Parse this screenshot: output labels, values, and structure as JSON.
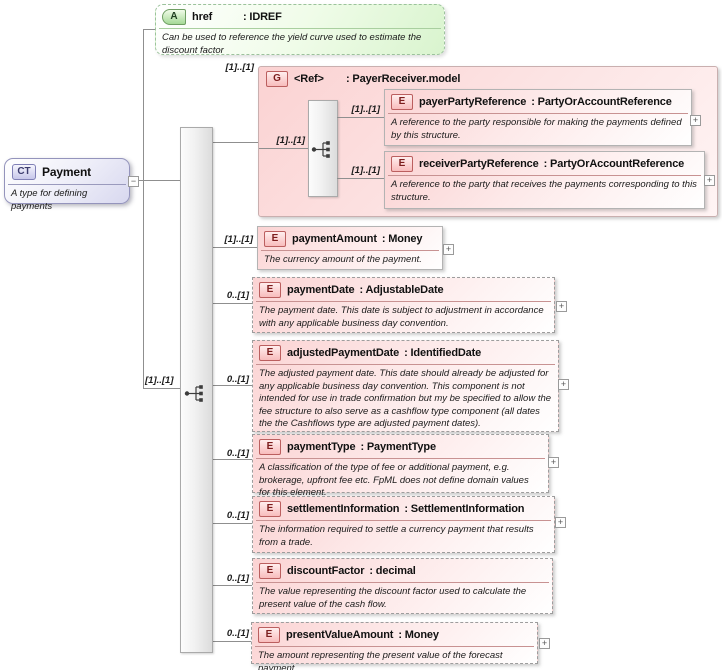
{
  "diagram": {
    "attribute": {
      "icon": "A",
      "name": "href",
      "type": ": IDREF",
      "doc": "Can be used to reference the yield curve used to estimate the discount factor"
    },
    "root": {
      "icon": "CT",
      "name": "Payment",
      "doc": "A type for defining payments",
      "collapse_glyph": "−"
    },
    "sequence": {
      "cardinality": "[1]..[1]"
    },
    "group": {
      "icon": "G",
      "name": "<Ref>",
      "type": ": PayerReceiver.model",
      "cardinality": "[1]..[1]",
      "sequence_cardinality": "[1]..[1]",
      "children": [
        {
          "icon": "E",
          "name": "payerPartyReference",
          "type": ": PartyOrAccountReference",
          "cardinality": "[1]..[1]",
          "doc": "A reference to the party responsible for making the payments defined by this structure.",
          "expand_glyph": "+"
        },
        {
          "icon": "E",
          "name": "receiverPartyReference",
          "type": ": PartyOrAccountReference",
          "cardinality": "[1]..[1]",
          "doc": "A reference to the party that receives the payments corresponding to this structure.",
          "expand_glyph": "+"
        }
      ]
    },
    "elements": [
      {
        "icon": "E",
        "name": "paymentAmount",
        "type": ": Money",
        "cardinality": "[1]..[1]",
        "doc": "The currency amount of the payment.",
        "expand_glyph": "+"
      },
      {
        "icon": "E",
        "name": "paymentDate",
        "type": ": AdjustableDate",
        "cardinality": "0..[1]",
        "doc": "The payment date. This date is subject to adjustment in accordance with any applicable business day convention.",
        "expand_glyph": "+"
      },
      {
        "icon": "E",
        "name": "adjustedPaymentDate",
        "type": ": IdentifiedDate",
        "cardinality": "0..[1]",
        "doc": "The adjusted payment date. This date should already be adjusted for any applicable business day convention. This component is not intended for use in trade confirmation but my be specified to allow the fee structure to also serve as a cashflow type component (all dates the the Cashflows type are adjusted payment dates).",
        "expand_glyph": "+"
      },
      {
        "icon": "E",
        "name": "paymentType",
        "type": ": PaymentType",
        "cardinality": "0..[1]",
        "doc": "A classification of the type of fee or additional payment, e.g. brokerage, upfront fee etc. FpML does not define domain values for this element.",
        "expand_glyph": "+"
      },
      {
        "icon": "E",
        "name": "settlementInformation",
        "type": ": SettlementInformation",
        "cardinality": "0..[1]",
        "doc": "The information required to settle a currency payment that results from a trade.",
        "expand_glyph": "+"
      },
      {
        "icon": "E",
        "name": "discountFactor",
        "type": ": decimal",
        "cardinality": "0..[1]",
        "doc": "The value representing the discount factor used to calculate the present value of the cash flow."
      },
      {
        "icon": "E",
        "name": "presentValueAmount",
        "type": ": Money",
        "cardinality": "0..[1]",
        "doc": "The amount representing the present value of the forecast payment.",
        "expand_glyph": "+"
      }
    ],
    "colors": {
      "element_fill": "#fbd3d3",
      "attribute_fill": "#d9f4ce",
      "complextype_fill": "#d8d8ef",
      "wire": "#8f8f8f"
    }
  }
}
